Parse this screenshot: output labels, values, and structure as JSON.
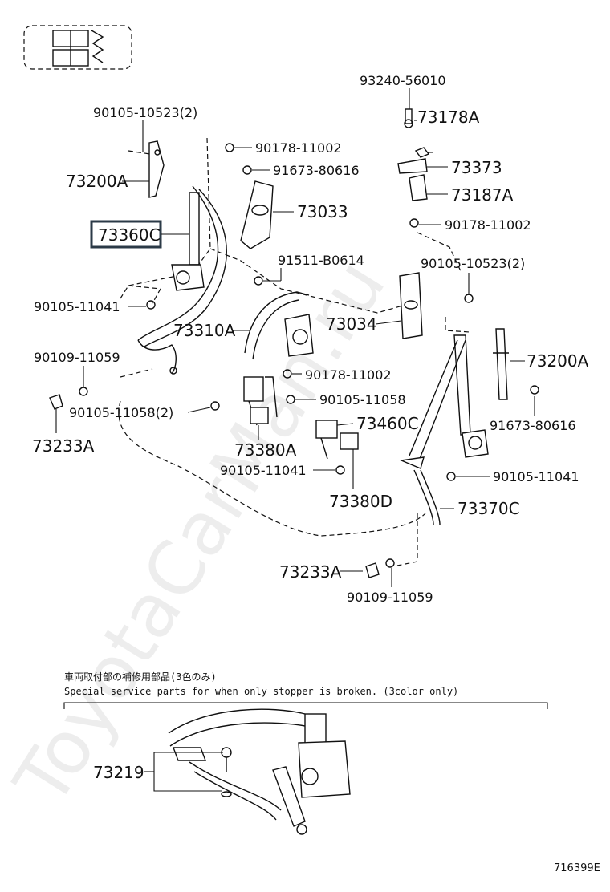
{
  "labels": {
    "p93240_56010": "93240-56010",
    "p73178A": "73178A",
    "p73373": "73373",
    "p73187A": "73187A",
    "p90178_11002_r": "90178-11002",
    "p90105_10523_2_r": "90105-10523(2)",
    "p73200A_r": "73200A",
    "p91673_80616_r": "91673-80616",
    "p90105_11041_r": "90105-11041",
    "p73370C": "73370C",
    "p90105_10523_2_l": "90105-10523(2)",
    "p90178_11002_t": "90178-11002",
    "p91673_80616_t": "91673-80616",
    "p73200A_l": "73200A",
    "p73033": "73033",
    "p73360C": "73360C",
    "p91511_B0614": "91511-B0614",
    "p90105_11041_l": "90105-11041",
    "p73310A": "73310A",
    "p73034": "73034",
    "p90109_11059_l": "90109-11059",
    "p90178_11002_m": "90178-11002",
    "p90105_11058": "90105-11058",
    "p90105_11058_2": "90105-11058(2)",
    "p73460C": "73460C",
    "p73233A_l": "73233A",
    "p73380A": "73380A",
    "p90105_11041_m": "90105-11041",
    "p73380D": "73380D",
    "p73233A_b": "73233A",
    "p90109_11059_b": "90109-11059",
    "p73219": "73219"
  },
  "notes": {
    "jp": "車両取付部の補修用部品(3色のみ)",
    "en": "Special service parts for when only stopper is broken. (3color only)"
  },
  "footer": {
    "code": "716399E"
  },
  "watermark": "ToyotaCarMan.ru",
  "highlight_part": "73360C",
  "colors": {
    "highlight_border": "#2b3a47",
    "line": "#111111"
  }
}
